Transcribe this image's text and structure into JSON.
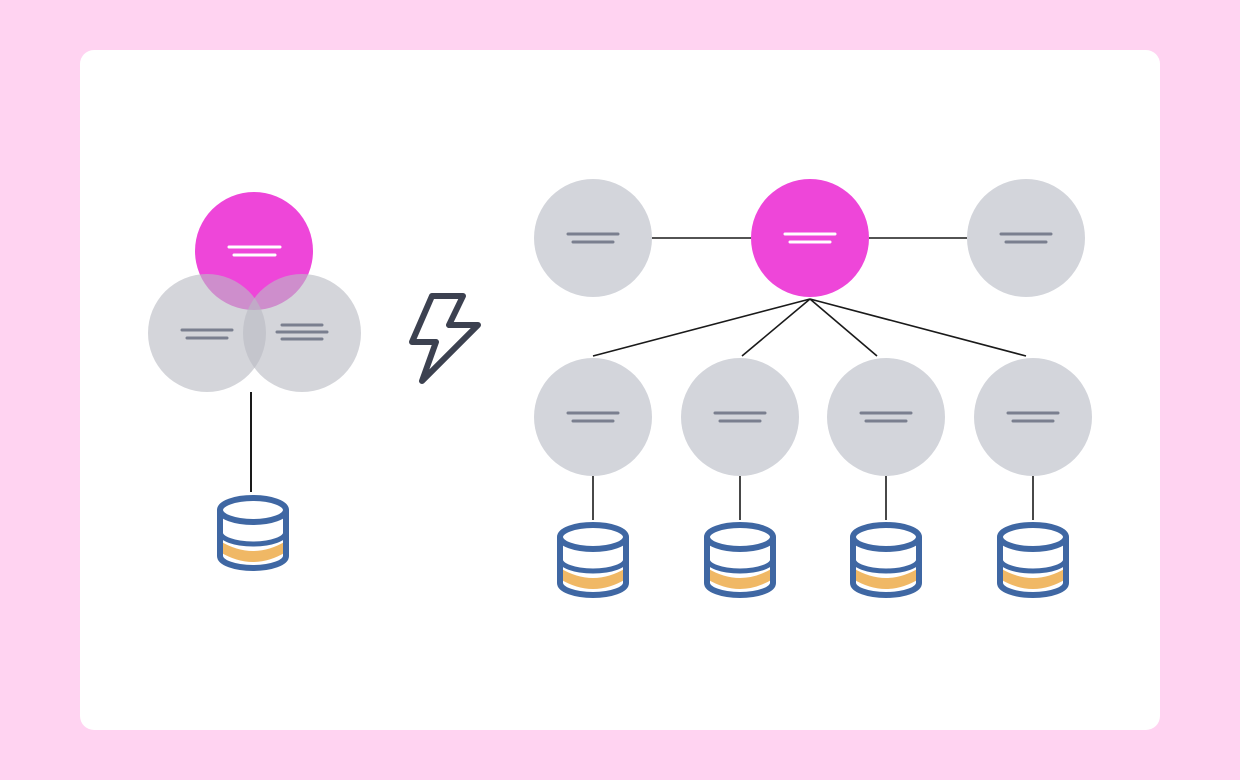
{
  "colors": {
    "page_bg": "#ffd3f1",
    "card_bg": "#ffffff",
    "primary_node": "#ee46d9",
    "primary_node_lines": "#ffffff",
    "secondary_node": "#d3d5db",
    "secondary_node_lines": "#7a7f8f",
    "edge": "#1a1a1a",
    "db_stroke": "#3f67a3",
    "db_stripe": "#f0b865",
    "bolt": "#3c4150"
  },
  "icons": {
    "bolt": "lightning-bolt-icon",
    "database": "database-icon",
    "text_lines": "text-lines-icon"
  },
  "left_diagram": {
    "nodes": [
      {
        "id": "primary",
        "role": "primary",
        "line_count": 2
      },
      {
        "id": "replica-left",
        "role": "secondary",
        "line_count": 2
      },
      {
        "id": "replica-right",
        "role": "secondary",
        "line_count": 3
      }
    ],
    "databases": 1
  },
  "right_diagram": {
    "top_nodes": [
      {
        "id": "peer-left",
        "role": "secondary"
      },
      {
        "id": "coordinator",
        "role": "primary"
      },
      {
        "id": "peer-right",
        "role": "secondary"
      }
    ],
    "worker_nodes": [
      {
        "id": "worker-1",
        "role": "secondary"
      },
      {
        "id": "worker-2",
        "role": "secondary"
      },
      {
        "id": "worker-3",
        "role": "secondary"
      },
      {
        "id": "worker-4",
        "role": "secondary"
      }
    ],
    "databases": 4
  }
}
